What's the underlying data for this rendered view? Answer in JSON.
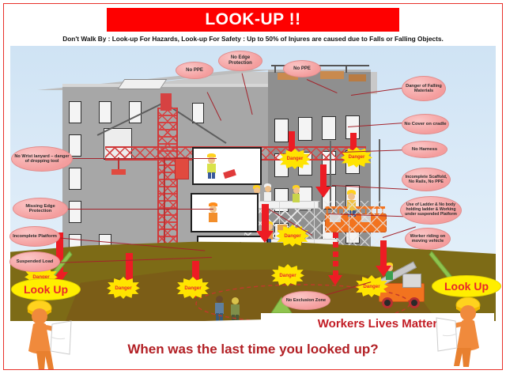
{
  "header": {
    "title": "LOOK-UP !!",
    "subtitle": "Don't Walk By : Look-up For Hazards, Look-up For Safety : Up to 50% of Injures are caused due to Falls or Falling Objects.",
    "title_bg": "#fe0000",
    "title_color": "#ffffff"
  },
  "footer": {
    "tagline": "Workers Lives Matter",
    "closing_question": "When was the last time you looked up?",
    "tagline_color": "#c21c24",
    "closing_color": "#b21f24"
  },
  "lookup_banners": [
    {
      "label": "Look Up",
      "position": "bottom-left"
    },
    {
      "label": "Look Up",
      "position": "bottom-right"
    }
  ],
  "callouts": {
    "top": [
      {
        "id": "no-ppe-left",
        "text": "No PPE"
      },
      {
        "id": "no-edge-protection",
        "text": "No Edge Protection"
      },
      {
        "id": "no-ppe-right",
        "text": "No PPE"
      }
    ],
    "left": [
      {
        "id": "no-wrist-lanyard",
        "text": "No Wrist lanyard – danger of dropping tool"
      },
      {
        "id": "missing-edge-protection",
        "text": "Missing Edge Protection"
      },
      {
        "id": "incomplete-platform",
        "text": "Incomplete Platform"
      },
      {
        "id": "suspended-load",
        "text": "Suspended Load"
      }
    ],
    "right": [
      {
        "id": "danger-falling-materials",
        "text": "Danger of Falling Materials"
      },
      {
        "id": "no-cover-on-cradle",
        "text": "No Cover on cradle"
      },
      {
        "id": "no-harness",
        "text": "No Harness"
      },
      {
        "id": "incomplete-scaffold",
        "text": "Incomplete Scaffold, No Rails, No PPE"
      },
      {
        "id": "ladder-use",
        "text": "Use of Ladder & No body holding ladder & Working under suspended Platform"
      },
      {
        "id": "worker-riding-vehicle",
        "text": "Worker riding on moving vehicle"
      }
    ],
    "bottom": [
      {
        "id": "no-exclusion-zone",
        "text": "No Exclusion Zone"
      }
    ]
  },
  "danger_bursts": [
    {
      "id": "burst-1",
      "text": "Danger"
    },
    {
      "id": "burst-2",
      "text": "Danger"
    },
    {
      "id": "burst-3",
      "text": "Danger"
    },
    {
      "id": "burst-4",
      "text": "Danger"
    },
    {
      "id": "burst-5",
      "text": "Danger"
    },
    {
      "id": "burst-6",
      "text": "Danger"
    },
    {
      "id": "burst-7",
      "text": "Danger"
    },
    {
      "id": "burst-8",
      "text": "Danger"
    }
  ],
  "colors": {
    "border": "#e8312a",
    "sky": "#d9e9f7",
    "ground": "#7d6b16",
    "building": "#a7a7a7",
    "crane": "#d64242",
    "cradle": "#f2731f",
    "callout_fill": "#f4a0a0",
    "burst_fill": "#ffe400",
    "arrow_red": "#ed1c24",
    "arrow_green": "#8fc34d",
    "lookup_fill": "#ffee00"
  }
}
